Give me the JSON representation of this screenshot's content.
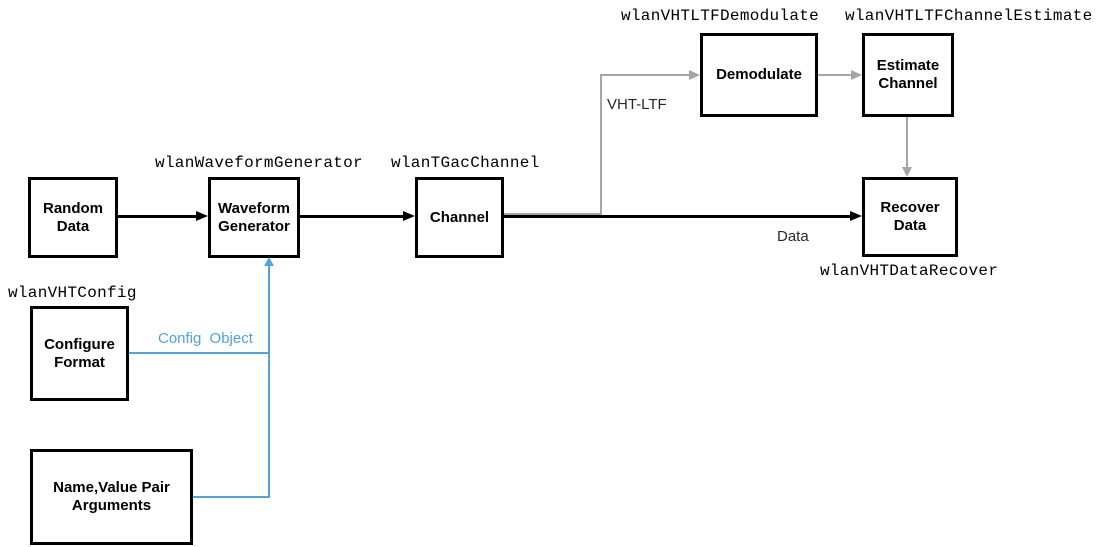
{
  "diagram": {
    "blocks": {
      "random_data": "Random Data",
      "waveform_generator": "Waveform Generator",
      "channel": "Channel",
      "demodulate": "Demodulate",
      "estimate_channel": "Estimate Channel",
      "recover_data": "Recover Data",
      "configure_format": "Configure Format",
      "name_value_pair_arguments": "Name,Value Pair Arguments"
    },
    "code_labels": {
      "waveform_generator": "wlanWaveformGenerator",
      "tgac_channel": "wlanTGacChannel",
      "vht_ltf_demodulate": "wlanVHTLTFDemodulate",
      "vht_ltf_channel_estimate": "wlanVHTLTFChannelEstimate",
      "vht_config": "wlanVHTConfig",
      "vht_data_recover": "wlanVHTDataRecover"
    },
    "edge_labels": {
      "vht_ltf": "VHT-LTF",
      "data": "Data",
      "config_object": "Config Object"
    },
    "colors": {
      "block_border": "#000000",
      "signal_line": "#000000",
      "ltf_path_gray": "#A6A6A6",
      "config_path_blue": "#53A2DC",
      "background": "#FFFFFF"
    }
  }
}
